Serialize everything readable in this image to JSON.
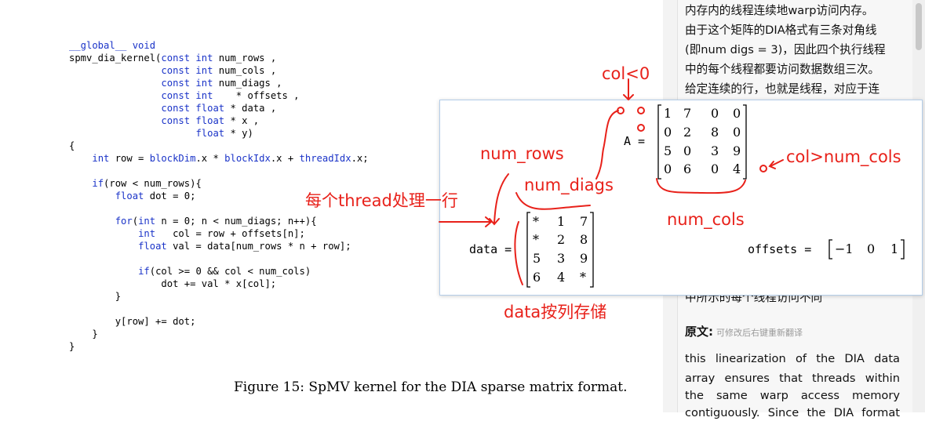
{
  "code": {
    "lines": [
      [
        {
          "t": "__global__ void",
          "k": true
        }
      ],
      [
        {
          "t": "spmv_dia_kernel("
        },
        {
          "t": "const int",
          "k": true
        },
        {
          "t": " num_rows ,"
        }
      ],
      [
        {
          "t": "                "
        },
        {
          "t": "const int",
          "k": true
        },
        {
          "t": " num_cols ,"
        }
      ],
      [
        {
          "t": "                "
        },
        {
          "t": "const int",
          "k": true
        },
        {
          "t": " num_diags ,"
        }
      ],
      [
        {
          "t": "                "
        },
        {
          "t": "const int",
          "k": true
        },
        {
          "t": "    * offsets ,"
        }
      ],
      [
        {
          "t": "                "
        },
        {
          "t": "const float",
          "k": true
        },
        {
          "t": " * data ,"
        }
      ],
      [
        {
          "t": "                "
        },
        {
          "t": "const float",
          "k": true
        },
        {
          "t": " * x ,"
        }
      ],
      [
        {
          "t": "                      "
        },
        {
          "t": "float",
          "k": true
        },
        {
          "t": " * y)"
        }
      ],
      [
        {
          "t": "{"
        }
      ],
      [
        {
          "t": "    "
        },
        {
          "t": "int",
          "k": true
        },
        {
          "t": " row = "
        },
        {
          "t": "blockDim",
          "k": true
        },
        {
          "t": ".x * "
        },
        {
          "t": "blockIdx",
          "k": true
        },
        {
          "t": ".x + "
        },
        {
          "t": "threadIdx",
          "k": true
        },
        {
          "t": ".x;"
        }
      ],
      [
        {
          "t": ""
        }
      ],
      [
        {
          "t": "    "
        },
        {
          "t": "if",
          "k": true
        },
        {
          "t": "(row < num_rows){"
        }
      ],
      [
        {
          "t": "        "
        },
        {
          "t": "float",
          "k": true
        },
        {
          "t": " dot = 0;"
        }
      ],
      [
        {
          "t": ""
        }
      ],
      [
        {
          "t": "        "
        },
        {
          "t": "for",
          "k": true
        },
        {
          "t": "("
        },
        {
          "t": "int",
          "k": true
        },
        {
          "t": " n = 0; n < num_diags; n++){"
        }
      ],
      [
        {
          "t": "            "
        },
        {
          "t": "int",
          "k": true
        },
        {
          "t": "   col = row + offsets[n];"
        }
      ],
      [
        {
          "t": "            "
        },
        {
          "t": "float",
          "k": true
        },
        {
          "t": " val = data[num_rows * n + row];"
        }
      ],
      [
        {
          "t": ""
        }
      ],
      [
        {
          "t": "            "
        },
        {
          "t": "if",
          "k": true
        },
        {
          "t": "(col >= 0 && col < num_cols)"
        }
      ],
      [
        {
          "t": "                dot += val * x[col];"
        }
      ],
      [
        {
          "t": "        }"
        }
      ],
      [
        {
          "t": ""
        }
      ],
      [
        {
          "t": "        y[row] += dot;"
        }
      ],
      [
        {
          "t": "    }"
        }
      ],
      [
        {
          "t": "}"
        }
      ]
    ]
  },
  "caption": "Figure 15: SpMV kernel for the DIA sparse matrix format.",
  "sidebar": {
    "zh_lines": [
      "内存内的线程连续地warp访问内存。",
      "由于这个矩阵的DIA格式有三条对角线",
      "(即num digs = 3)，因此四个执行线程",
      "中的每个线程都要访问数据数组三次。",
      "给定连续的行，也就是线程，对应于连"
    ],
    "zh_tail": "中所示的每个线程访问不同",
    "orig_label": "原文:",
    "orig_hint": "可修改后右键重新翻译",
    "en_lines": [
      "this linearization of the DIA data",
      "array ensures that threads within",
      "the same warp access memory",
      "contiguously. Since the DIA format"
    ]
  },
  "figure": {
    "A_label": "A =",
    "A_matrix": [
      [
        "1",
        "7",
        "0",
        "0"
      ],
      [
        "0",
        "2",
        "8",
        "0"
      ],
      [
        "5",
        "0",
        "3",
        "9"
      ],
      [
        "0",
        "6",
        "0",
        "4"
      ]
    ],
    "data_label": "data =",
    "data_matrix": [
      [
        "*",
        "1",
        "7"
      ],
      [
        "*",
        "2",
        "8"
      ],
      [
        "5",
        "3",
        "9"
      ],
      [
        "6",
        "4",
        "*"
      ]
    ],
    "offsets_label": "offsets =",
    "offsets_values": [
      "−1",
      "0",
      "1"
    ]
  },
  "annotations": {
    "col_lt0": "col<0",
    "col_gt": "col>num_cols",
    "num_rows": "num_rows",
    "num_diags": "num_diags",
    "num_cols": "num_cols",
    "thread_row": "每个thread处理一行",
    "col_storage": "data按列存储"
  },
  "colors": {
    "annotation": "#e8211a",
    "keyword": "#1a33c8"
  }
}
